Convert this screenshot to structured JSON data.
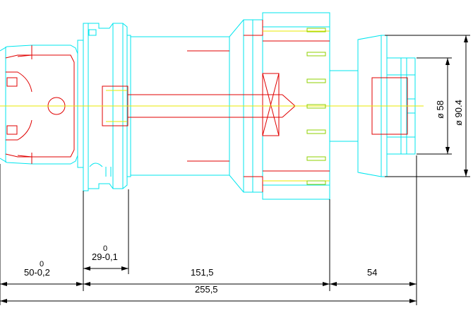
{
  "colors": {
    "outline": "#00e5ee",
    "inner": "#e00000",
    "axis": "#e8e800",
    "slot": "#8fd000",
    "dimension": "#000000",
    "background": "#ffffff"
  },
  "dimensions": {
    "d1": {
      "upper": "0",
      "lower": "50-0,2"
    },
    "d2": {
      "upper": "0",
      "lower": "29-0,1"
    },
    "d3": {
      "label": "151,5"
    },
    "d4": {
      "label": "54"
    },
    "d5": {
      "label": "255,5"
    },
    "dia_small": {
      "label": "ø 58"
    },
    "dia_large": {
      "label": "ø 90.4"
    }
  }
}
